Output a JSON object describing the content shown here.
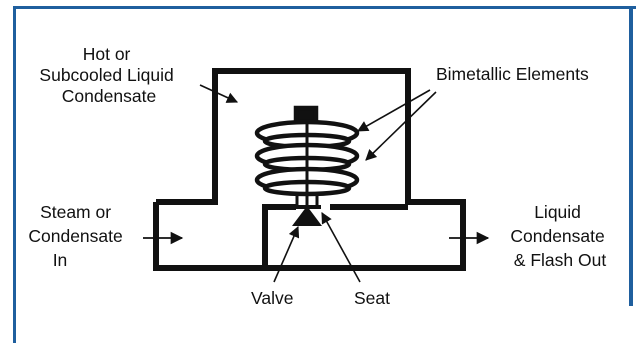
{
  "colors": {
    "frame": "#1f5f9e",
    "ink": "#111111",
    "background": "#ffffff"
  },
  "labels": {
    "hot_condensate": [
      "Hot or",
      "Subcooled Liquid",
      "Condensate"
    ],
    "bimetallic": "Bimetallic Elements",
    "steam_in": [
      "Steam or",
      "Condensate",
      "In"
    ],
    "liquid_out": [
      "Liquid",
      "Condensate",
      "& Flash Out"
    ],
    "valve": "Valve",
    "seat": "Seat"
  }
}
